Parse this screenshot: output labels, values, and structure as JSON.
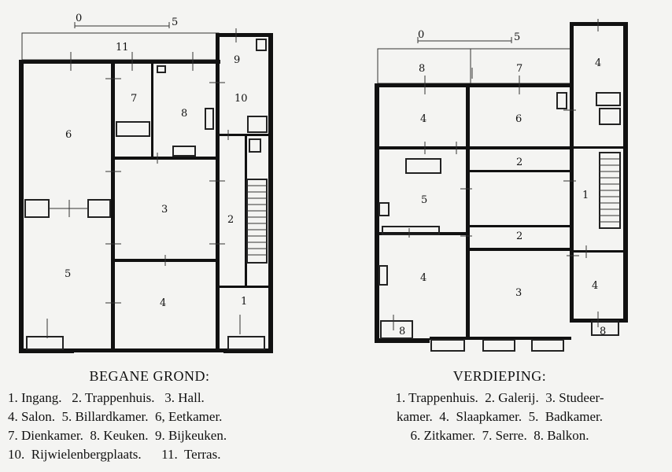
{
  "scales": {
    "left": {
      "start": "0",
      "end": "5"
    },
    "right": {
      "start": "0",
      "end": "5"
    }
  },
  "ground_floor": {
    "title": "BEGANE GROND:",
    "rooms": [
      {
        "num": "1"
      },
      {
        "num": "2"
      },
      {
        "num": "3"
      },
      {
        "num": "4"
      },
      {
        "num": "5"
      },
      {
        "num": "6"
      },
      {
        "num": "7"
      },
      {
        "num": "8"
      },
      {
        "num": "9"
      },
      {
        "num": "10"
      },
      {
        "num": "11"
      }
    ],
    "legend_lines": [
      "1. Ingang.   2. Trappenhuis.   3. Hall.",
      "4. Salon.  5. Billardkamer.  6, Eetkamer.",
      "7. Dienkamer.  8. Keuken.  9. Bijkeuken.",
      "10.  Rijwielenbergplaats.      11.  Terras."
    ]
  },
  "upper_floor": {
    "title": "VERDIEPING:",
    "rooms": [
      {
        "num": "1"
      },
      {
        "num": "2"
      },
      {
        "num": "2"
      },
      {
        "num": "3"
      },
      {
        "num": "4"
      },
      {
        "num": "4"
      },
      {
        "num": "4"
      },
      {
        "num": "4"
      },
      {
        "num": "5"
      },
      {
        "num": "6"
      },
      {
        "num": "7"
      },
      {
        "num": "8"
      },
      {
        "num": "8"
      },
      {
        "num": "8"
      }
    ],
    "legend_lines": [
      "1. Trappenhuis.  2. Galerij.  3. Studeer-",
      "kamer.  4.  Slaapkamer.  5.  Badkamer.",
      "6. Zitkamer.  7. Serre.  8. Balkon."
    ]
  }
}
